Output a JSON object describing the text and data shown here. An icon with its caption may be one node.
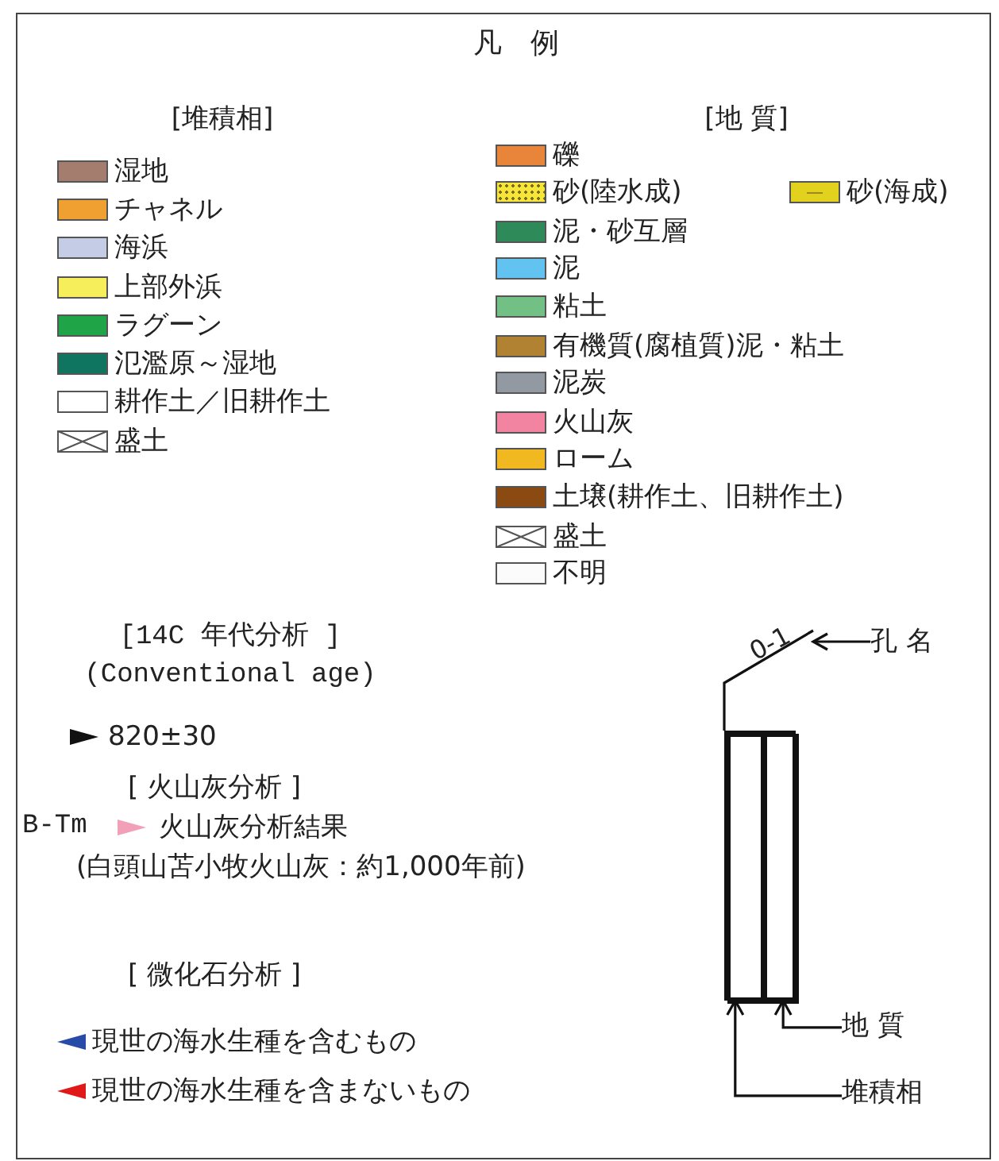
{
  "diagram": {
    "title": "凡　例",
    "nodes": [
      {
        "text": [],
        "shape": "box"
      },
      {
        "text": [],
        "shape": "box",
        "in": 0
      },
      {
        "text": [],
        "shape": "box",
        "in": 0
      },
      {
        "text": [
          "0-1"
        ]
      },
      {
        "text": [
          "孔 名"
        ]
      },
      {
        "text": [
          "地 質"
        ]
      },
      {
        "text": [
          "堆積相"
        ]
      }
    ],
    "edges": [
      {
        "from": 3,
        "to": 0,
        "arrow": "none"
      },
      {
        "from": 4,
        "to": 3,
        "arrow": "to"
      },
      {
        "from": 5,
        "to": 2,
        "arrow": "to"
      },
      {
        "from": 6,
        "to": 1,
        "arrow": "to"
      }
    ],
    "labels": [
      "[堆積相]",
      "[地 質]",
      "[14C 年代分析 ]",
      "(Conventional age)",
      "820±30",
      "[ 火山灰分析 ]",
      "B-Tm",
      "火山灰分析結果",
      "(白頭山苫小牧火山灰：約1,000年前)",
      "[ 微化石分析 ]",
      "現世の海水生種を含むもの",
      "現世の海水生種を含まないもの"
    ],
    "legend": [
      {
        "text": "湿地",
        "color": "#a57d6e"
      },
      {
        "text": "チャネル",
        "color": "#f0a030"
      },
      {
        "text": "海浜",
        "color": "#c4cce6"
      },
      {
        "text": "上部外浜",
        "color": "#f6ee5a"
      },
      {
        "text": "ラグーン",
        "color": "#1fa448"
      },
      {
        "text": "氾濫原～湿地",
        "color": "#0f7460"
      },
      {
        "text": "耕作土／旧耕作土",
        "color": "#ffffff"
      },
      {
        "text": "盛土"
      },
      {
        "text": "礫",
        "color": "#e8853a"
      },
      {
        "text": "砂(陸水成)",
        "color": "#f6e63a"
      },
      {
        "text": "砂(海成)",
        "color": "#e2d21e"
      },
      {
        "text": "泥・砂互層",
        "color": "#2e8a58"
      },
      {
        "text": "泥",
        "color": "#62c2f0"
      },
      {
        "text": "粘土",
        "color": "#72c084"
      },
      {
        "text": "有機質(腐植質)泥・粘土",
        "color": "#b08232"
      },
      {
        "text": "泥炭",
        "color": "#9299a2"
      },
      {
        "text": "火山灰",
        "color": "#f284a2"
      },
      {
        "text": "ローム",
        "color": "#f2b820"
      },
      {
        "text": "土壌(耕作土、旧耕作土)",
        "color": "#8a4a12"
      },
      {
        "text": "盛土"
      },
      {
        "text": "不明"
      }
    ]
  }
}
